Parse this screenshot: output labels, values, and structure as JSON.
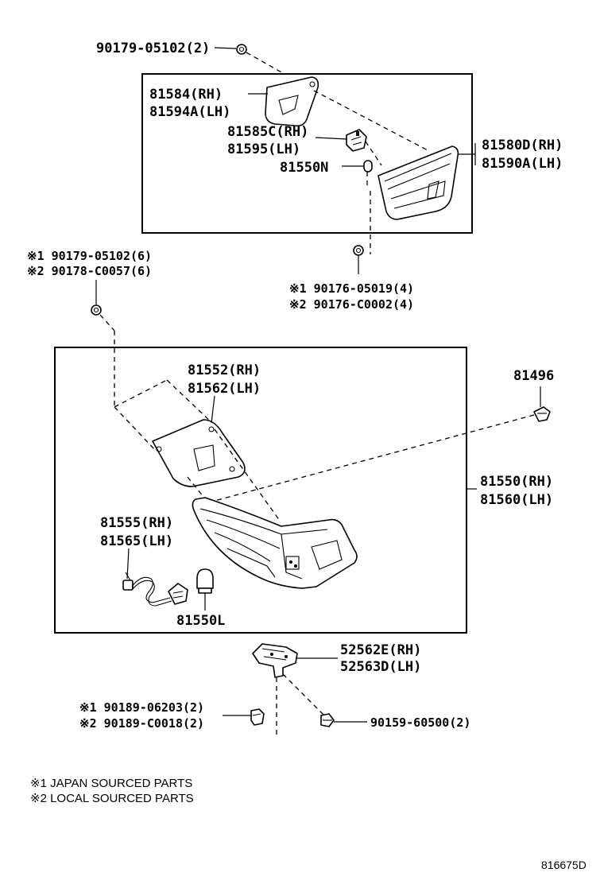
{
  "labels": {
    "p_90179_05102_top": "90179-05102(2)",
    "p_81584": "81584(RH)",
    "p_81594a": "81594A(LH)",
    "p_81585c": "81585C(RH)",
    "p_81595": "81595(LH)",
    "p_81550n": "81550N",
    "p_81580d": "81580D(RH)",
    "p_81590a": "81590A(LH)",
    "p_90179_05102_6": "※1 90179-05102(6)",
    "p_90178_c0057": "※2 90178-C0057(6)",
    "p_90176_05019": "※1 90176-05019(4)",
    "p_90176_c0002": "※2 90176-C0002(4)",
    "p_81552": "81552(RH)",
    "p_81562": "81562(LH)",
    "p_81496": "81496",
    "p_81550": "81550(RH)",
    "p_81560": "81560(LH)",
    "p_81555": "81555(RH)",
    "p_81565": "81565(LH)",
    "p_81550l": "81550L",
    "p_52562e": "52562E(RH)",
    "p_52563d": "52563D(LH)",
    "p_90189_06203": "※1 90189-06203(2)",
    "p_90189_c0018": "※2 90189-C0018(2)",
    "p_90159_60500": "90159-60500(2)"
  },
  "notes": {
    "note1": "※1 JAPAN SOURCED PARTS",
    "note2": "※2 LOCAL SOURCED PARTS"
  },
  "diagram_code": "816675D"
}
